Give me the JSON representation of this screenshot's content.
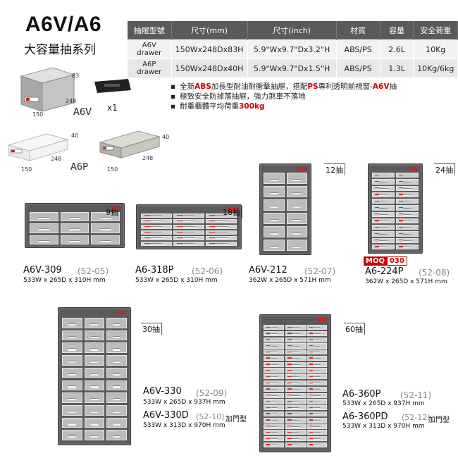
{
  "title": {
    "main": "A6V/A6",
    "sub": "大容量抽系列"
  },
  "spec_table": {
    "headers": [
      "抽屜型號",
      "尺寸(mm)",
      "尺寸(inch)",
      "材質",
      "容量",
      "安全荷重"
    ],
    "rows": [
      [
        "A6V drawer",
        "150Wx248Dx83H",
        "5.9\"Wx9.7\"Dx3.2\"H",
        "ABS/PS",
        "2.6L",
        "10Kg"
      ],
      [
        "A6P drawer",
        "150Wx248Dx40H",
        "5.9\"Wx9.7\"Dx1.5\"H",
        "ABS/PS",
        "1.3L",
        "10Kg/6kg"
      ]
    ]
  },
  "features": {
    "line1_pre": "全新",
    "line1_abs": "ABS",
    "line1_mid": "加長型耐油耐衝擊抽屜，搭配",
    "line1_ps": "PS",
    "line1_mid2": "專利透明前視窗-",
    "line1_a6v": "A6V",
    "line1_post": "抽",
    "line2": "極致安全防掉落抽屜，強力煞車不落地",
    "line3_pre": "耐重櫃體平均荷重",
    "line3_val": "300kg"
  },
  "drawers": {
    "a6v": {
      "label": "A6V",
      "width": "150",
      "depth": "248",
      "height": "83",
      "extra": "x1"
    },
    "a6p_clear": {
      "label": "A6P",
      "width": "150",
      "depth": "248",
      "height": "40"
    },
    "a6p_gray": {
      "width": "150",
      "depth": "248",
      "height": "40"
    }
  },
  "cabinets": [
    {
      "model": "A6V-309",
      "code": "(52-05)",
      "size": "533W x 265D x 310H mm",
      "count": "9抽"
    },
    {
      "model": "A6-318P",
      "code": "(52-06)",
      "size": "533W x 265D x 310H mm",
      "count": "18抽"
    },
    {
      "model": "A6V-212",
      "code": "(52-07)",
      "size": "362W x 265D x 571H mm",
      "count": "12抽"
    },
    {
      "model": "A6-224P",
      "code": "(52-08)",
      "size": "362W x 265D x 571H mm",
      "count": "24抽"
    },
    {
      "model": "A6V-330",
      "code": "(52-09)",
      "size": "533W x 265D x 937H mm",
      "count": "30抽"
    },
    {
      "model": "A6V-330D",
      "code": "(52-10)",
      "size": "533W x 313D x 970H mm",
      "tag": "加門型"
    },
    {
      "model": "A6-360P",
      "code": "(52-11)",
      "size": "533W x 265D x 937H mm",
      "count": "60抽"
    },
    {
      "model": "A6-360PD",
      "code": "(52-12)",
      "size": "533W x 313D x 970H mm",
      "tag": "加門型"
    }
  ],
  "moq": {
    "label": "MOQ",
    "value": "030"
  }
}
